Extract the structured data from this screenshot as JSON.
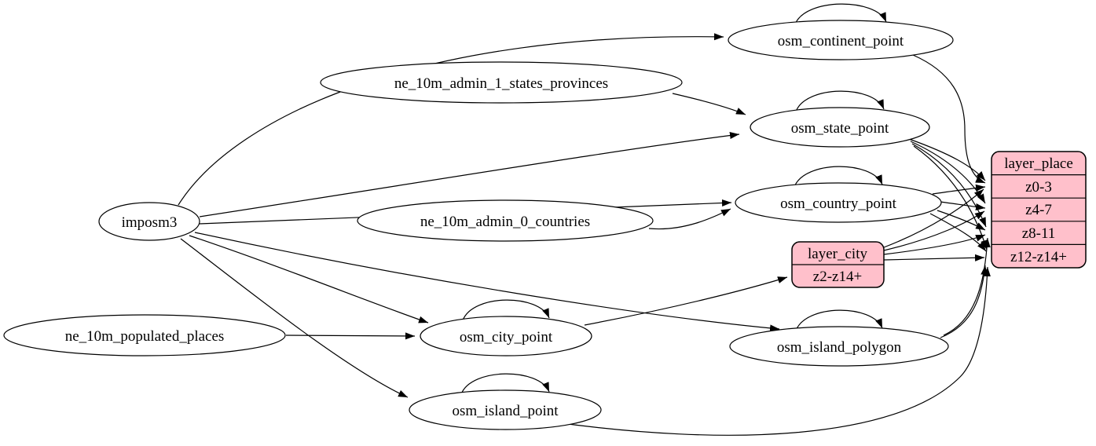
{
  "diagram": {
    "type": "etl-graph",
    "colors": {
      "background": "#ffffff",
      "edge": "#000000",
      "ellipse_fill": "#ffffff",
      "record_fill": "#ffc0cb",
      "text": "#000000"
    },
    "nodes": {
      "imposm3": {
        "label": "imposm3",
        "shape": "ellipse"
      },
      "ne_10m_admin_1_states_provinces": {
        "label": "ne_10m_admin_1_states_provinces",
        "shape": "ellipse"
      },
      "ne_10m_admin_0_countries": {
        "label": "ne_10m_admin_0_countries",
        "shape": "ellipse"
      },
      "ne_10m_populated_places": {
        "label": "ne_10m_populated_places",
        "shape": "ellipse"
      },
      "osm_continent_point": {
        "label": "osm_continent_point",
        "shape": "ellipse"
      },
      "osm_state_point": {
        "label": "osm_state_point",
        "shape": "ellipse"
      },
      "osm_country_point": {
        "label": "osm_country_point",
        "shape": "ellipse"
      },
      "osm_city_point": {
        "label": "osm_city_point",
        "shape": "ellipse"
      },
      "osm_island_polygon": {
        "label": "osm_island_polygon",
        "shape": "ellipse"
      },
      "osm_island_point": {
        "label": "osm_island_point",
        "shape": "ellipse"
      }
    },
    "records": {
      "layer_city": {
        "title": "layer_city",
        "rows": [
          "z2-z14+"
        ]
      },
      "layer_place": {
        "title": "layer_place",
        "rows": [
          "z0-3",
          "z4-7",
          "z8-11",
          "z12-z14+"
        ]
      }
    },
    "edges": [
      {
        "from": "imposm3",
        "to": "osm_continent_point"
      },
      {
        "from": "imposm3",
        "to": "osm_state_point"
      },
      {
        "from": "imposm3",
        "to": "osm_country_point"
      },
      {
        "from": "imposm3",
        "to": "osm_city_point"
      },
      {
        "from": "imposm3",
        "to": "osm_island_polygon"
      },
      {
        "from": "imposm3",
        "to": "osm_island_point"
      },
      {
        "from": "ne_10m_admin_1_states_provinces",
        "to": "osm_state_point"
      },
      {
        "from": "ne_10m_admin_0_countries",
        "to": "osm_country_point"
      },
      {
        "from": "ne_10m_populated_places",
        "to": "osm_city_point"
      },
      {
        "from": "osm_continent_point",
        "to": "osm_continent_point"
      },
      {
        "from": "osm_state_point",
        "to": "osm_state_point"
      },
      {
        "from": "osm_country_point",
        "to": "osm_country_point"
      },
      {
        "from": "osm_city_point",
        "to": "osm_city_point"
      },
      {
        "from": "osm_island_polygon",
        "to": "osm_island_polygon"
      },
      {
        "from": "osm_island_point",
        "to": "osm_island_point"
      },
      {
        "from": "osm_continent_point",
        "to": "layer_place",
        "to_port": "z0-3"
      },
      {
        "from": "osm_state_point",
        "to": "layer_place",
        "to_port": "z0-3"
      },
      {
        "from": "osm_state_point",
        "to": "layer_place",
        "to_port": "z4-7"
      },
      {
        "from": "osm_state_point",
        "to": "layer_place",
        "to_port": "z8-11"
      },
      {
        "from": "osm_state_point",
        "to": "layer_place",
        "to_port": "z12-z14+"
      },
      {
        "from": "osm_country_point",
        "to": "layer_place",
        "to_port": "z0-3"
      },
      {
        "from": "osm_country_point",
        "to": "layer_place",
        "to_port": "z4-7"
      },
      {
        "from": "osm_country_point",
        "to": "layer_place",
        "to_port": "z8-11"
      },
      {
        "from": "osm_country_point",
        "to": "layer_place",
        "to_port": "z12-z14+"
      },
      {
        "from": "osm_city_point",
        "to": "layer_city",
        "to_port": "z2-z14+"
      },
      {
        "from": "layer_city",
        "to": "layer_place",
        "to_port": "z0-3"
      },
      {
        "from": "layer_city",
        "to": "layer_place",
        "to_port": "z4-7"
      },
      {
        "from": "layer_city",
        "to": "layer_place",
        "to_port": "z8-11"
      },
      {
        "from": "layer_city",
        "to": "layer_place",
        "to_port": "z12-z14+"
      },
      {
        "from": "osm_island_polygon",
        "to": "layer_place",
        "to_port": "z8-11"
      },
      {
        "from": "osm_island_polygon",
        "to": "layer_place",
        "to_port": "z12-z14+"
      },
      {
        "from": "osm_island_point",
        "to": "layer_place",
        "to_port": "z12-z14+"
      }
    ]
  }
}
